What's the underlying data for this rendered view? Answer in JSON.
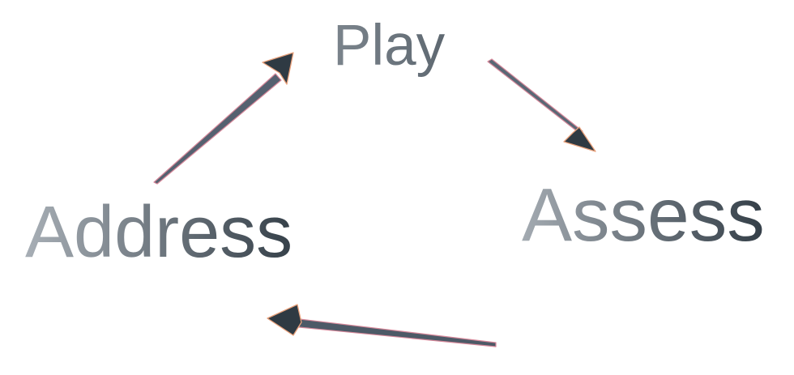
{
  "diagram": {
    "nodes": [
      {
        "id": "play",
        "label": "Play"
      },
      {
        "id": "assess",
        "label": "Assess"
      },
      {
        "id": "address",
        "label": "Address"
      }
    ],
    "edges": [
      {
        "from": "play",
        "to": "assess"
      },
      {
        "from": "assess",
        "to": "address"
      },
      {
        "from": "address",
        "to": "play"
      }
    ],
    "colors": {
      "text_light": "#9ba2a9",
      "text_dark": "#2f3a43",
      "arrow_dark": "#2f3a43",
      "arrow_edge": "#e8a07a"
    }
  }
}
